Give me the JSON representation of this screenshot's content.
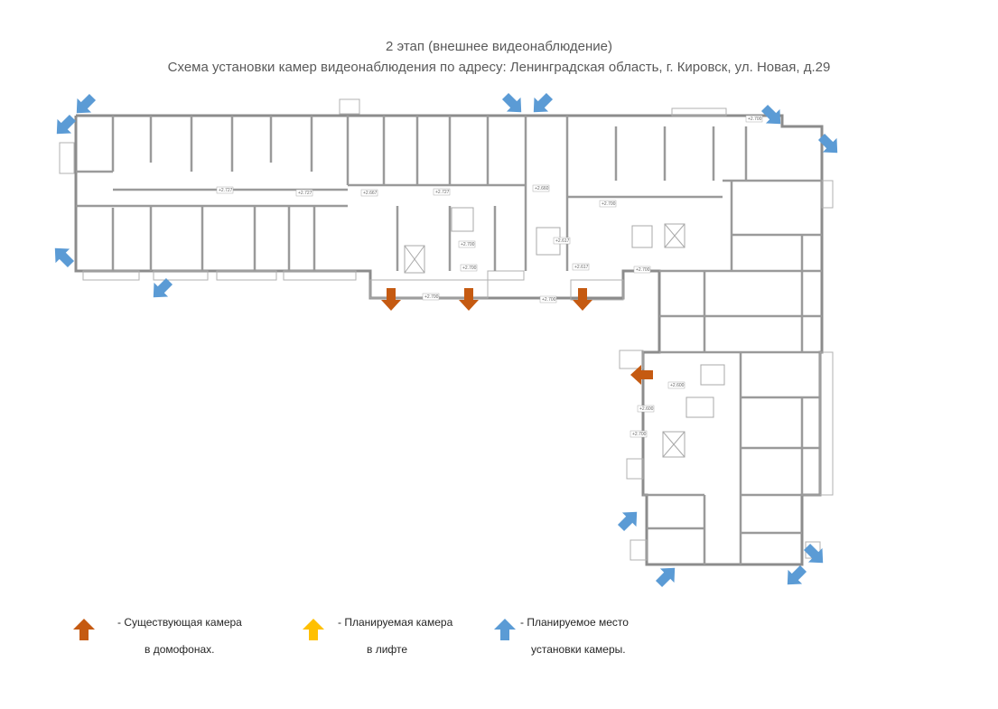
{
  "title": {
    "line1": "2 этап (внешнее видеонаблюдение)",
    "line2": "Схема установки камер видеонаблюдения по адресу: Ленинградская область, г. Кировск, ул. Новая, д.29"
  },
  "legend": {
    "existing": {
      "line1": "- Существующая камера",
      "line2": "в домофонах.",
      "color": "#c55a11",
      "icon": "arrow-up-icon"
    },
    "planned_lift": {
      "line1": "- Планируемая камера",
      "line2": "в лифте",
      "color": "#ffc000",
      "icon": "arrow-up-icon"
    },
    "planned_place": {
      "line1": "- Планируемое место",
      "line2": "установки камеры.",
      "color": "#5b9bd5",
      "icon": "arrow-up-icon"
    }
  },
  "colors": {
    "wall": "#8c8c8c",
    "camera_existing": "#c55a11",
    "camera_planned_place": "#5b9bd5",
    "camera_planned_lift": "#ffc000"
  },
  "plan": {
    "level_marks": [
      "+2.727",
      "+2.727",
      "+2.667",
      "+2.727",
      "+2.700",
      "+2.700",
      "+2.660",
      "+2.617",
      "+2.617",
      "+2.700",
      "+2.700",
      "+2.600",
      "+2.600",
      "+2.700",
      "+2.700",
      "+2.700",
      "+2.700"
    ]
  }
}
